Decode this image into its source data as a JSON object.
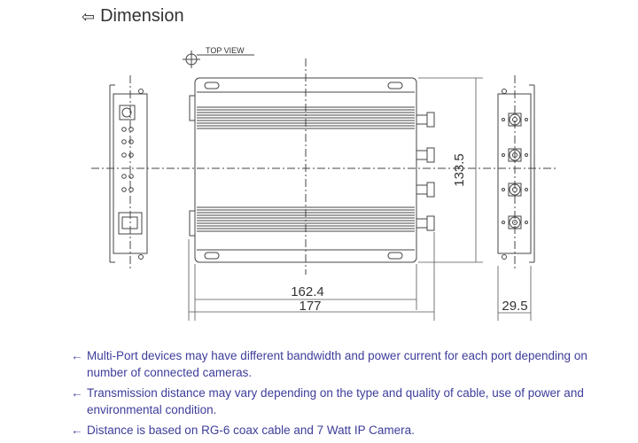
{
  "header": {
    "icon": "arrow-left-icon",
    "title": "Dimension"
  },
  "drawing": {
    "view_label": "TOP VIEW",
    "dim_height": "133.5",
    "dim_width_inner": "162.4",
    "dim_width_outer": "177",
    "dim_depth": "29.5"
  },
  "notes": [
    "Multi-Port devices may have different bandwidth and power current for each port depending on number of connected cameras.",
    "Transmission distance may vary depending on the type and quality of cable, use of power and environmental condition.",
    "Distance is based on RG-6 coax cable and 7 Watt IP Camera."
  ],
  "note_marker": "←"
}
